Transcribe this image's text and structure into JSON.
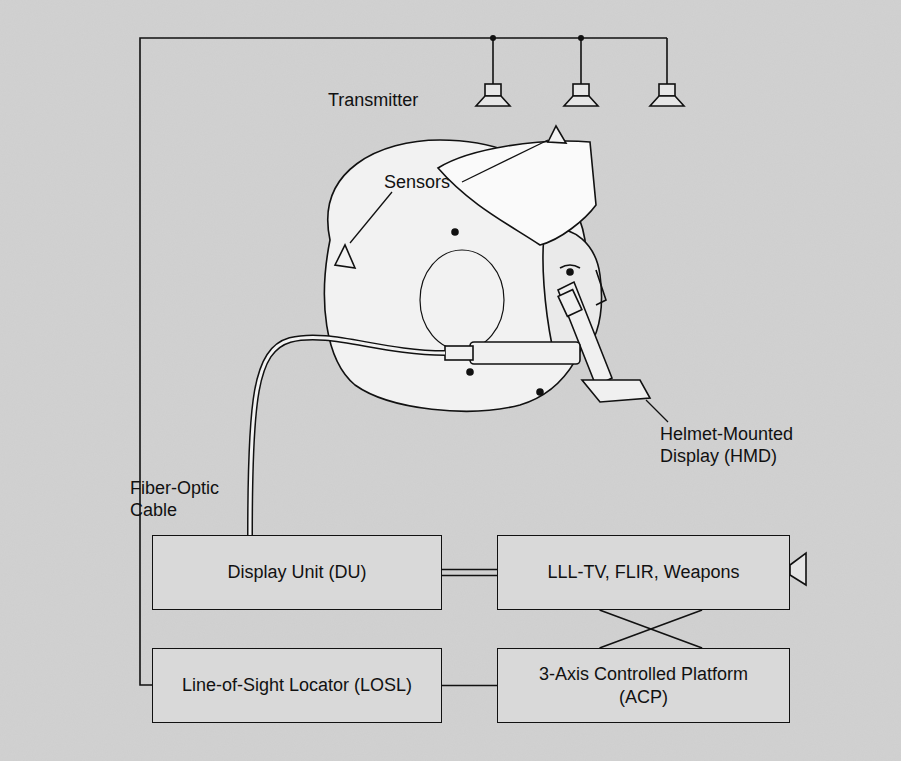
{
  "diagram": {
    "nodes": [
      {
        "text": [
          "Display Unit (DU)"
        ]
      },
      {
        "text": [
          "LLL-TV, FLIR, Weapons"
        ]
      },
      {
        "text": [
          "Line-of-Sight Locator (LOSL)"
        ]
      },
      {
        "text": [
          "3-Axis Controlled Platform (ACP)"
        ]
      }
    ],
    "edges": [
      {
        "from": 0,
        "to": 1,
        "arrow": "none"
      },
      {
        "from": 2,
        "to": 3,
        "arrow": "none"
      },
      {
        "from": 1,
        "to": 3,
        "arrow": "none"
      },
      {
        "from": 1,
        "to": 3,
        "arrow": "none"
      }
    ],
    "labels": [
      "Transmitter",
      "Sensors",
      "Fiber-Optic Cable",
      "Helmet-Mounted Display (HMD)"
    ]
  }
}
